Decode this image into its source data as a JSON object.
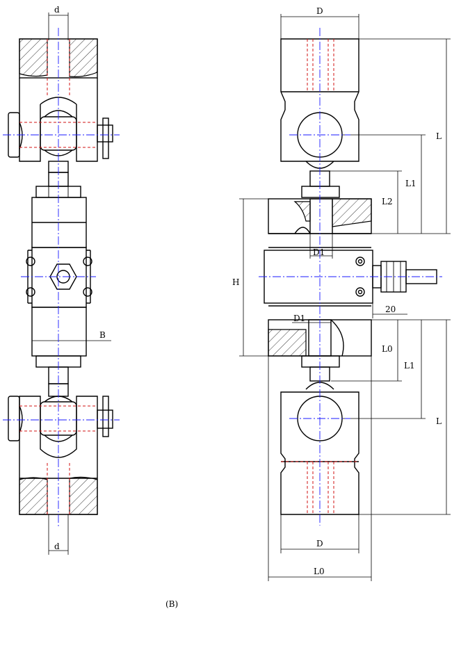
{
  "labels": {
    "d_top": "d",
    "d_bottom": "d",
    "B": "B",
    "D_top": "D",
    "D_bottom": "D",
    "L_top": "L",
    "L_bottom": "L",
    "L1_top": "L1",
    "L1_bottom": "L1",
    "L2": "L2",
    "H": "H",
    "D1_top": "D1",
    "D1_bottom": "D1",
    "twenty": "20",
    "L0_right": "L0",
    "L0_bottom": "L0",
    "caption": "(B)"
  }
}
